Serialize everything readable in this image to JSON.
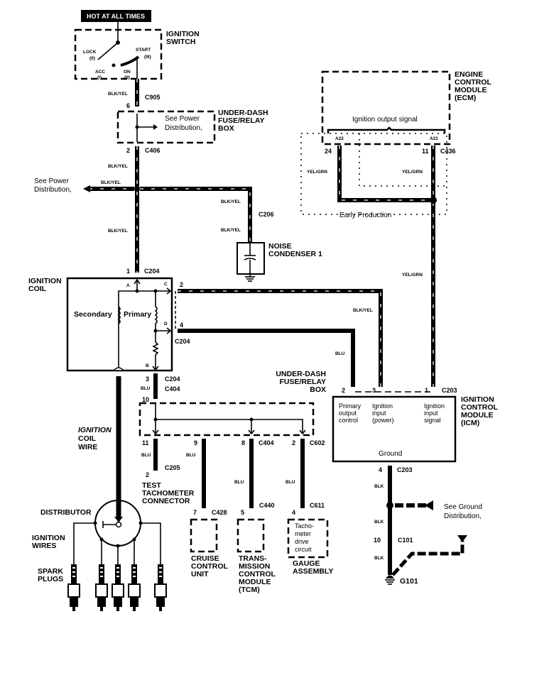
{
  "title_badge": "HOT AT ALL TIMES",
  "components": {
    "ignition_switch": {
      "name_l1": "IGNITION",
      "name_l2": "SWITCH",
      "lock": "LOCK",
      "lock_pos": "(0)",
      "acc": "ACC",
      "acc_pos": "(I)",
      "on": "ON",
      "on_pos": "(II)",
      "start": "START",
      "start_pos": "(III)"
    },
    "under_dash_top": {
      "name_l1": "UNDER-DASH",
      "name_l2": "FUSE/RELAY",
      "name_l3": "BOX",
      "note_l1": "See Power",
      "note_l2": "Distribution,"
    },
    "power_dist": {
      "note_l1": "See Power",
      "note_l2": "Distribution,"
    },
    "noise_condenser": {
      "name_l1": "NOISE",
      "name_l2": "CONDENSER 1"
    },
    "ecm": {
      "name_l1": "ENGINE",
      "name_l2": "CONTROL",
      "name_l3": "MODULE",
      "name_l4": "(ECM)",
      "signal": "Ignition output signal",
      "pin_a22": "A22",
      "pin_a21": "A21",
      "early_production": "Early Production"
    },
    "ignition_coil": {
      "name_l1": "IGNITION",
      "name_l2": "COIL",
      "secondary": "Secondary",
      "primary": "Primary",
      "term_a": "A",
      "term_b": "B",
      "term_c": "C",
      "term_d": "D"
    },
    "under_dash_bottom": {
      "name_l1": "UNDER-DASH",
      "name_l2": "FUSE/RELAY",
      "name_l3": "BOX"
    },
    "icm": {
      "name_l1": "IGNITION",
      "name_l2": "CONTROL",
      "name_l3": "MODULE",
      "name_l4": "(ICM)",
      "col1_l1": "Primary",
      "col1_l2": "output",
      "col1_l3": "control",
      "col2_l1": "Ignition",
      "col2_l2": "input",
      "col2_l3": "(power)",
      "col3_l1": "Ignition",
      "col3_l2": "input",
      "col3_l3": "signal",
      "ground": "Ground"
    },
    "coil_wire": {
      "l1": "IGNITION",
      "l2": "COIL",
      "l3": "WIRE"
    },
    "test_tach": {
      "l1": "TEST",
      "l2": "TACHOMETER",
      "l3": "CONNECTOR"
    },
    "distributor": "DISTRIBUTOR",
    "ignition_wires": {
      "l1": "IGNITION",
      "l2": "WIRES"
    },
    "spark_plugs": {
      "l1": "SPARK",
      "l2": "PLUGS"
    },
    "cruise": {
      "l1": "CRUISE",
      "l2": "CONTROL",
      "l3": "UNIT"
    },
    "tcm": {
      "l1": "TRANS-",
      "l2": "MISSION",
      "l3": "CONTROL",
      "l4": "MODULE",
      "l5": "(TCM)"
    },
    "gauge": {
      "l1": "GAUGE",
      "l2": "ASSEMBLY",
      "inner_l1": "Tacho-",
      "inner_l2": "meter",
      "inner_l3": "drive",
      "inner_l4": "circuit"
    },
    "ground_dist": {
      "l1": "See Ground",
      "l2": "Distribution,"
    },
    "ground_point": "G101"
  },
  "connectors": {
    "c905": "C905",
    "c905_pin": "6",
    "c406": "C406",
    "c406_pin": "2",
    "c206": "C206",
    "c204_top": "C204",
    "c204_top_pin": "1",
    "c204_c_pin": "2",
    "c204_d_pin": "4",
    "c204_mid": "C204",
    "c204_bot": "C204",
    "c204_bot_pin": "3",
    "c404_top": "C404",
    "c404_top_pin": "10",
    "c436": "C436",
    "c436_pin24": "24",
    "c436_pin11": "11",
    "c203_top": "C203",
    "c203_pin2": "2",
    "c203_pin3": "3",
    "c203_pin1": "1",
    "c203_bot": "C203",
    "c203_pin4": "4",
    "c404_pin11": "11",
    "c404_pin9": "9",
    "c404_pin8": "8",
    "c404_bot": "C404",
    "c602": "C602",
    "c602_pin": "2",
    "c205": "C205",
    "c205_pin": "2",
    "c428": "C428",
    "c428_pin": "7",
    "c440": "C440",
    "c440_pin": "5",
    "c611": "C611",
    "c611_pin": "4",
    "c101": "C101",
    "c101_pin": "10"
  },
  "wire_colors": {
    "blk_yel": "BLK/YEL",
    "yel_grn": "YEL/GRN",
    "blu": "BLU",
    "blk": "BLK"
  }
}
